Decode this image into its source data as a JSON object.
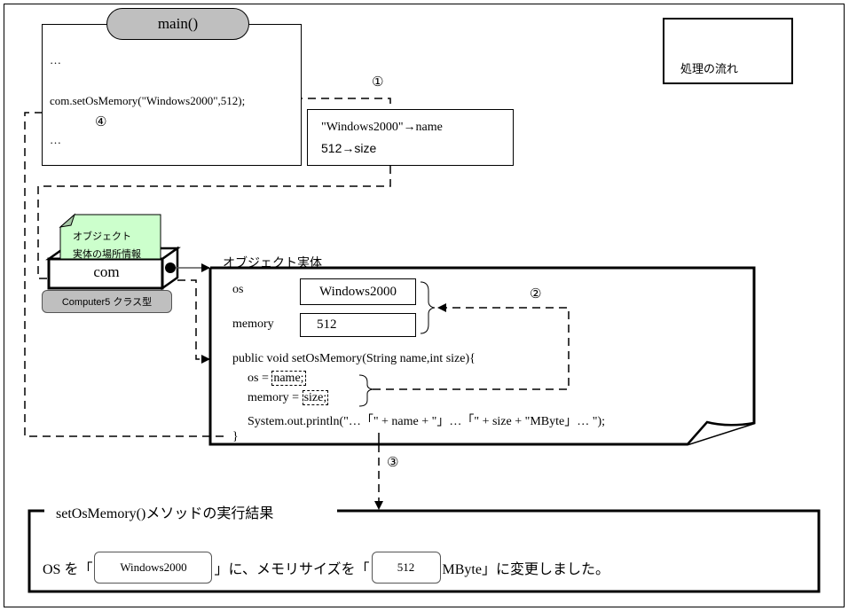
{
  "legend": {
    "label": "処理の流れ",
    "icon": "dashed-arrow-icon"
  },
  "main_block": {
    "title": "main()",
    "lines": [
      "…",
      "com.setOsMemory(\"Windows2000\",512);",
      "…"
    ]
  },
  "param_passing": {
    "lines": [
      "\"Windows2000\"→name",
      "512→size"
    ]
  },
  "steps": {
    "step1": "①",
    "step2": "②",
    "step3": "③",
    "step4": "④"
  },
  "reference_variable": {
    "name": "com",
    "note_lines": [
      "オブジェクト",
      "実体の場所情報"
    ],
    "class_type": "Computer5 クラス型"
  },
  "object_instance": {
    "caption": "オブジェクト実体",
    "fields": [
      {
        "name": "os",
        "value": "Windows2000"
      },
      {
        "name": "memory",
        "value": "512"
      }
    ],
    "method": {
      "signature": "public void setOsMemory(String name,int size){",
      "assign_os_lhs": "os = ",
      "assign_os_rhs": "name;",
      "assign_memory_lhs": "memory = ",
      "assign_memory_rhs": "size;",
      "println": "System.out.println(\"…「\" + name + \"」…「\" + size + \"MByte」… \");",
      "close": "}"
    }
  },
  "result": {
    "title": "setOsMemory()メソッドの実行結果",
    "prefix": "OS を「",
    "os_value": "Windows2000",
    "middle": "」に、メモリサイズを「",
    "memory_value": "512",
    "suffix": "MByte」に変更しました。"
  }
}
